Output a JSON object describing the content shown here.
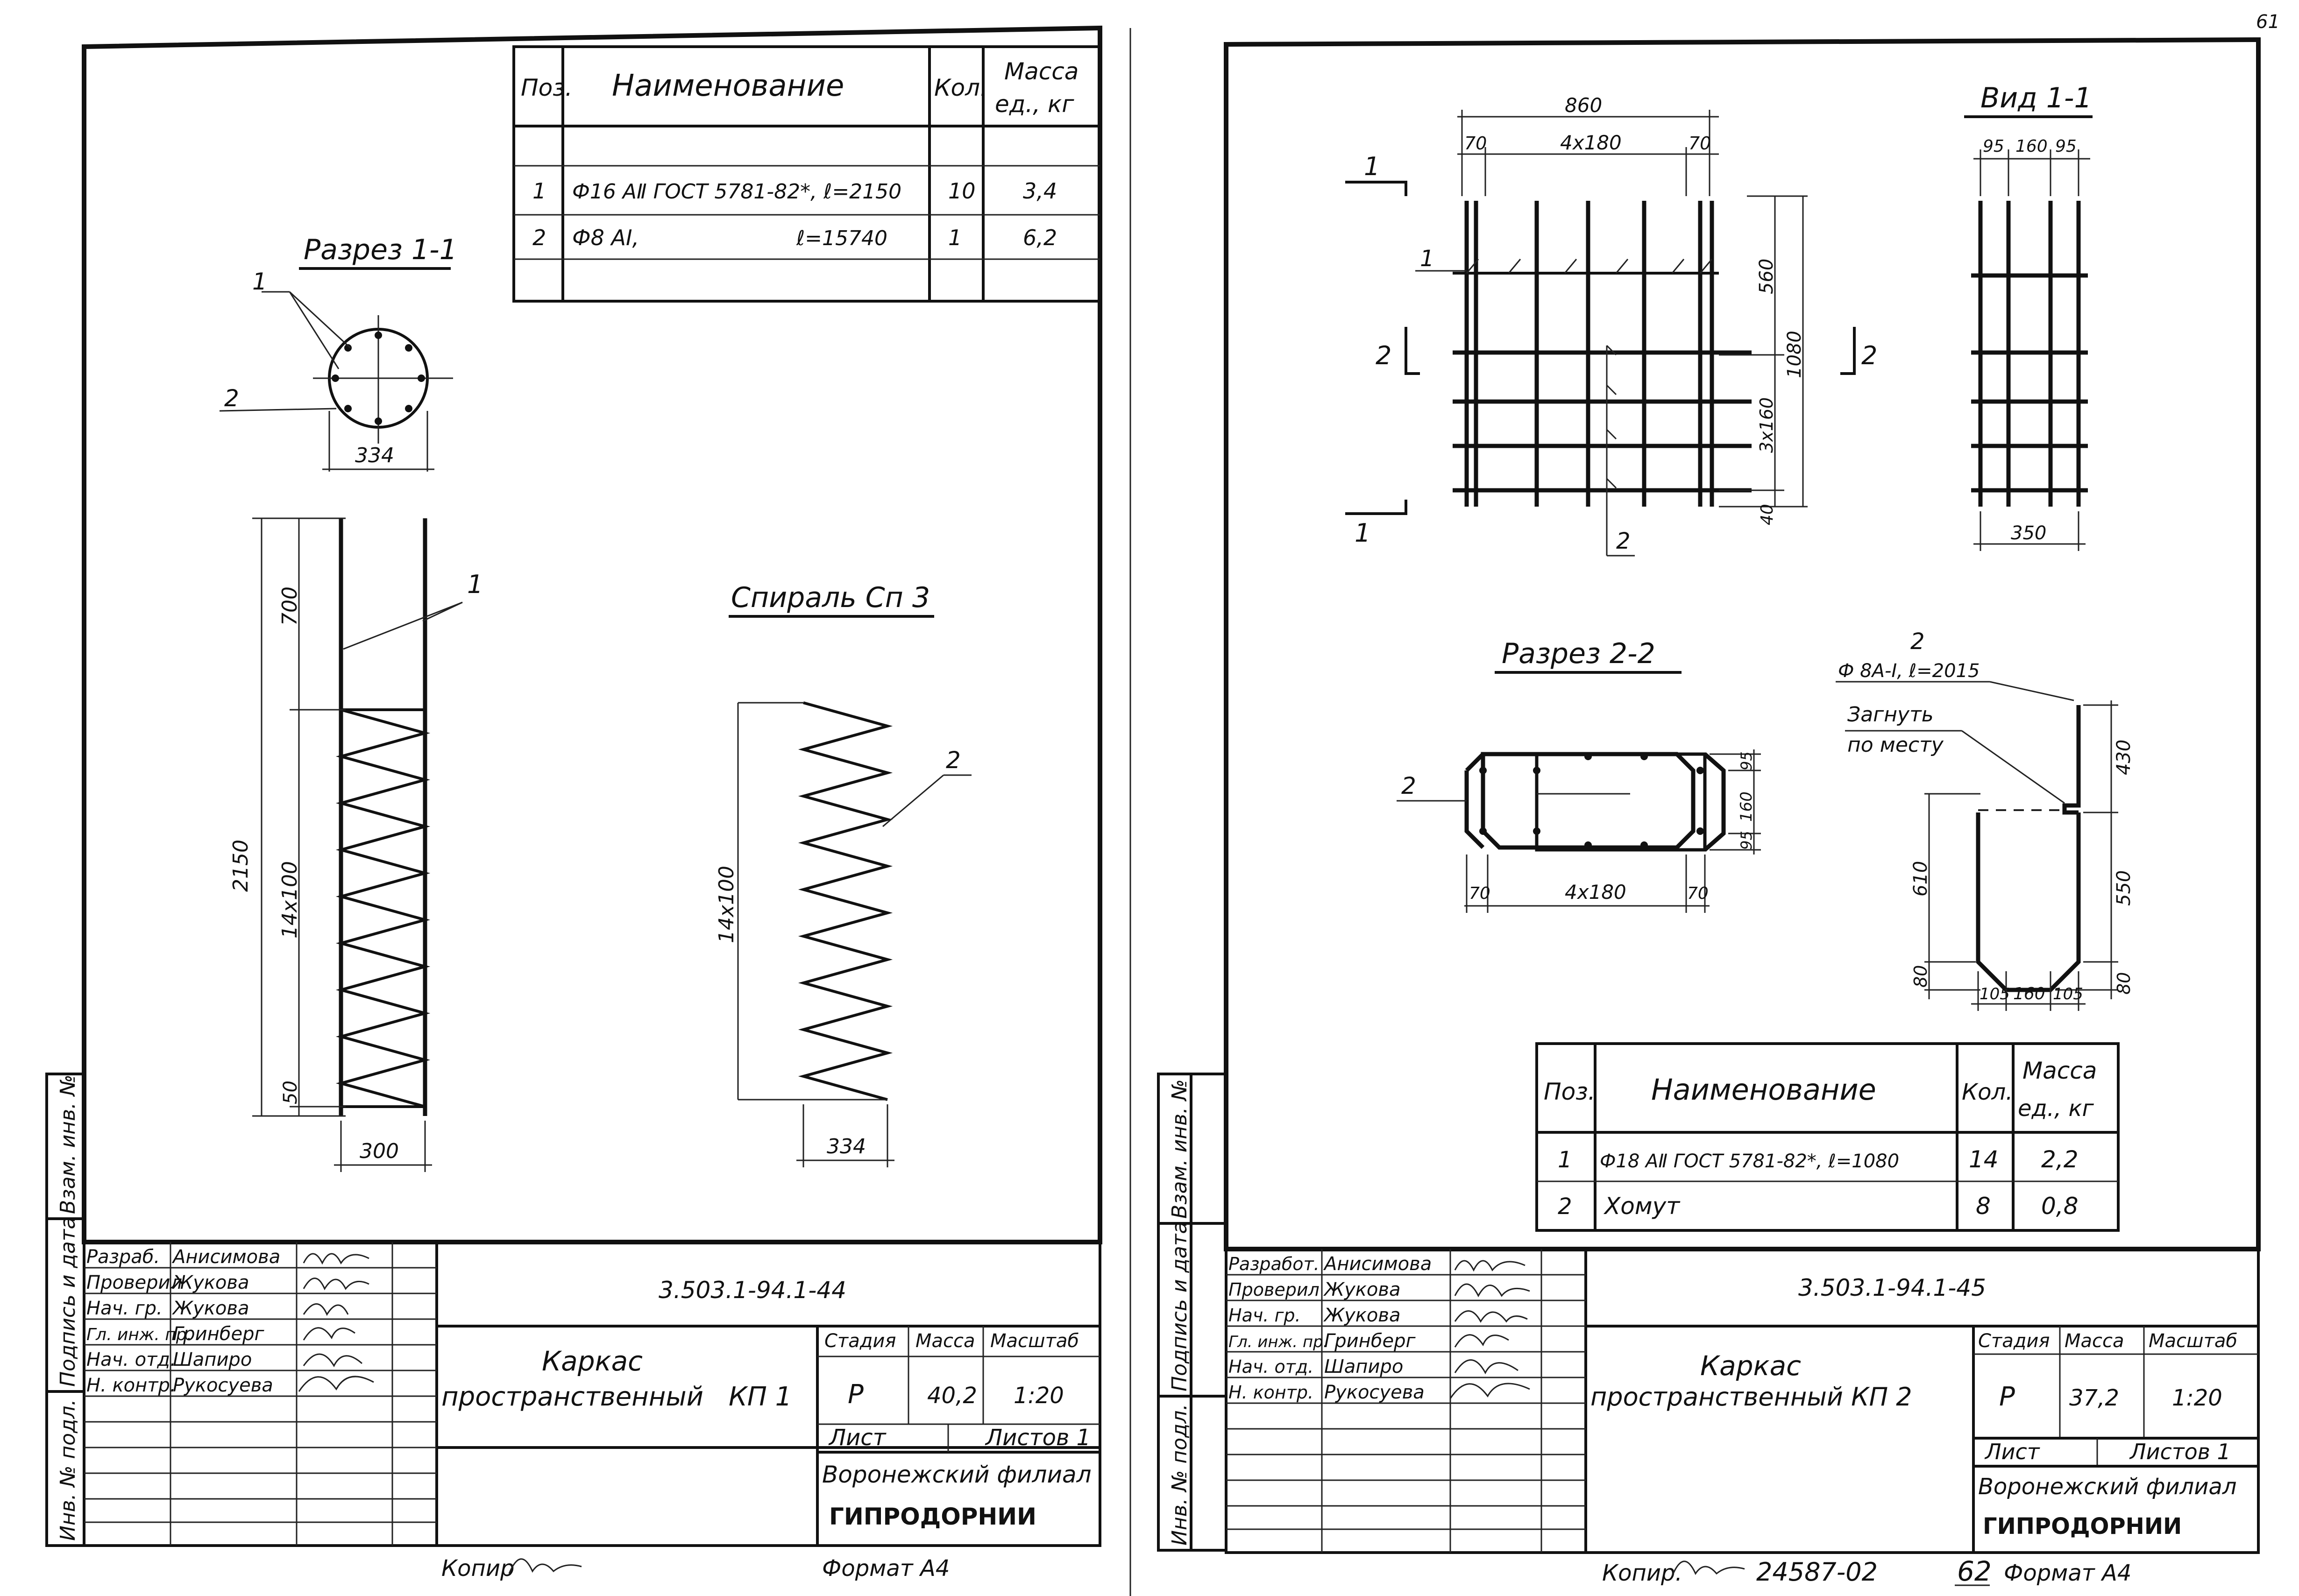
{
  "sheet_left": {
    "spec_table": {
      "headers": {
        "pos": "Поз.",
        "name": "Наименование",
        "qty": "Кол.",
        "mass1": "Масса",
        "mass2": "ед., кг"
      },
      "rows": [
        {
          "pos": "1",
          "name": "Ф16 АⅡ ГОСТ 5781-82*, ℓ=2150",
          "qty": "10",
          "mass": "3,4"
        },
        {
          "pos": "2",
          "name": "Ф8 АⅠ,",
          "len": "ℓ=15740",
          "qty": "1",
          "mass": "6,2"
        }
      ]
    },
    "section_title": "Разрез 1-1",
    "section_dim": "334",
    "spiral_title": "Спираль Сп 3",
    "spiral_dim_v": "14х100",
    "spiral_dim_h": "334",
    "frame_dims": {
      "top": "700",
      "total": "2150",
      "pitch": "14х100",
      "bottom": "50",
      "width": "300"
    },
    "leaders": {
      "a": "1",
      "b": "2",
      "c": "1",
      "d": "2"
    },
    "title_block": {
      "code": "3.503.1-94.1-44",
      "name_line1": "Каркас",
      "name_line2": "пространственный",
      "mark": "КП 1",
      "stage_h": "Стадия",
      "mass_h": "Масса",
      "scale_h": "Масштаб",
      "stage": "Р",
      "mass": "40,2",
      "scale": "1:20",
      "sheet_h": "Лист",
      "sheets_h": "Листов 1",
      "org1": "Воронежский филиал",
      "org2": "ГИПРОДОРНИИ",
      "roles": [
        {
          "role": "Разраб.",
          "name": "Анисимова"
        },
        {
          "role": "Проверил",
          "name": "Жукова"
        },
        {
          "role": "Нач. гр.",
          "name": "Жукова"
        },
        {
          "role": "Гл. инж. пр.",
          "name": "Гринберг"
        },
        {
          "role": "Нач. отд.",
          "name": "Шапиро"
        },
        {
          "role": "Н. контр.",
          "name": "Рукосуева"
        }
      ]
    },
    "side_stamp": {
      "a": "Взам. инв. №",
      "b": "Подпись и дата",
      "c": "Инв. № подл."
    },
    "footer_copy": "Копир",
    "footer_format": "Формат А4"
  },
  "sheet_right": {
    "top_dims": {
      "overall": "860",
      "left": "70",
      "mid": "4х180",
      "right": "70"
    },
    "side_dims": {
      "a": "560",
      "b": "1080",
      "c": "3х160",
      "d": "40"
    },
    "cut_marks": {
      "one": "1",
      "two": "2"
    },
    "view_title": "Вид 1-1",
    "view_dims": {
      "a": "95",
      "b": "160",
      "c": "95",
      "bottom": "350"
    },
    "section2_title": "Разрез 2-2",
    "section2_dims": {
      "l": "70",
      "mid": "4х180",
      "r": "70",
      "v1": "95",
      "v2": "160",
      "v3": "95"
    },
    "section2_leader": "2",
    "clamp": {
      "pos": "2",
      "spec": "Ф 8А-Ⅰ, ℓ=2015",
      "note1": "Загнуть",
      "note2": "по месту",
      "d430": "430",
      "d550": "550",
      "d610": "610",
      "d80a": "80",
      "d80b": "80",
      "b105a": "105",
      "b160": "160",
      "b105b": "105"
    },
    "spec_table": {
      "headers": {
        "pos": "Поз.",
        "name": "Наименование",
        "qty": "Кол.",
        "mass1": "Масса",
        "mass2": "ед., кг"
      },
      "rows": [
        {
          "pos": "1",
          "name": "Ф18 АⅡ ГОСТ 5781-82*, ℓ=1080",
          "qty": "14",
          "mass": "2,2"
        },
        {
          "pos": "2",
          "name": "Хомут",
          "qty": "8",
          "mass": "0,8"
        }
      ]
    },
    "title_block": {
      "code": "3.503.1-94.1-45",
      "name_line1": "Каркас",
      "name_line2": "пространственный КП 2",
      "stage_h": "Стадия",
      "mass_h": "Масса",
      "scale_h": "Масштаб",
      "stage": "Р",
      "mass": "37,2",
      "scale": "1:20",
      "sheet_h": "Лист",
      "sheets_h": "Листов 1",
      "org1": "Воронежский филиал",
      "org2": "ГИПРОДОРНИИ",
      "roles": [
        {
          "role": "Разработ.",
          "name": "Анисимова"
        },
        {
          "role": "Проверил",
          "name": "Жукова"
        },
        {
          "role": "Нач. гр.",
          "name": "Жукова"
        },
        {
          "role": "Гл. инж. пр.",
          "name": "Гринберг"
        },
        {
          "role": "Нач. отд.",
          "name": "Шапиро"
        },
        {
          "role": "Н. контр.",
          "name": "Рукосуева"
        }
      ]
    },
    "side_stamp": {
      "a": "Взам. инв. №",
      "b": "Подпись и дата",
      "c": "Инв. № подл."
    },
    "footer_copy": "Копир.",
    "footer_num": "24587-02",
    "footer_sheet": "62",
    "footer_format": "Формат А4",
    "corner_num": "61"
  }
}
